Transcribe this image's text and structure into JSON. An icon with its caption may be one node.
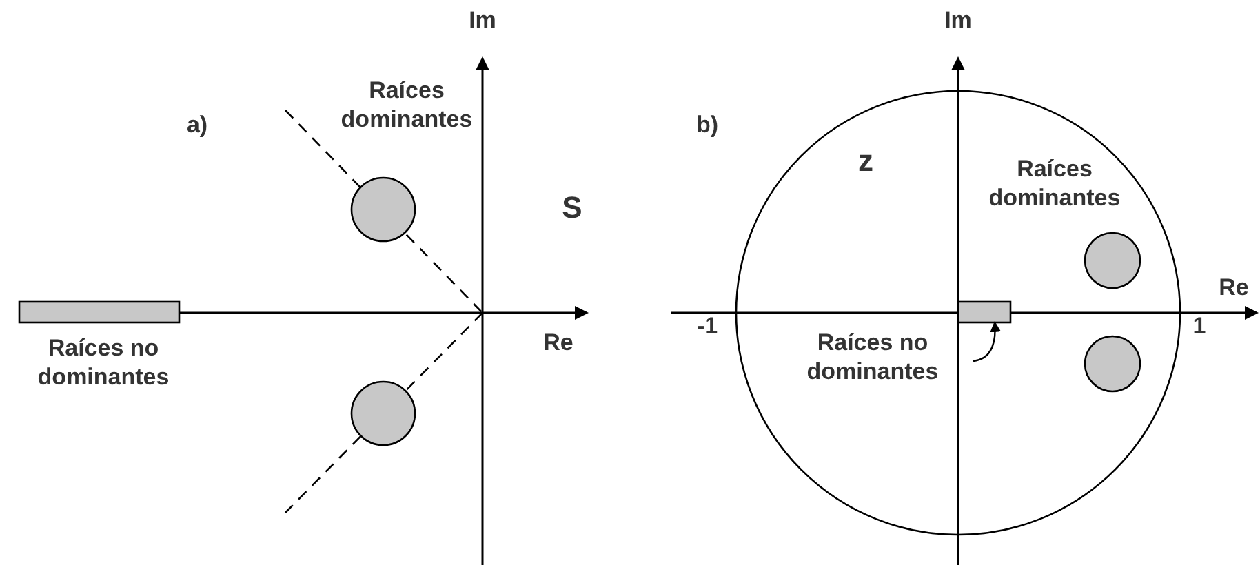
{
  "diagram": {
    "nodes": [
      {
        "text": [
          "Raíces no dominantes"
        ]
      },
      {
        "text": [],
        "shape": "bar"
      },
      {
        "text": [],
        "shape": "bar"
      }
    ],
    "edges": [
      {
        "from": 0,
        "to": 2,
        "arrow": "to"
      }
    ],
    "labels": [
      "Im",
      "Im",
      "a)",
      "Raíces dominantes",
      "b)",
      "z",
      "Raíces dominantes",
      "S",
      "Re",
      "Re",
      "-1",
      "1",
      "Raíces no dominantes"
    ]
  }
}
